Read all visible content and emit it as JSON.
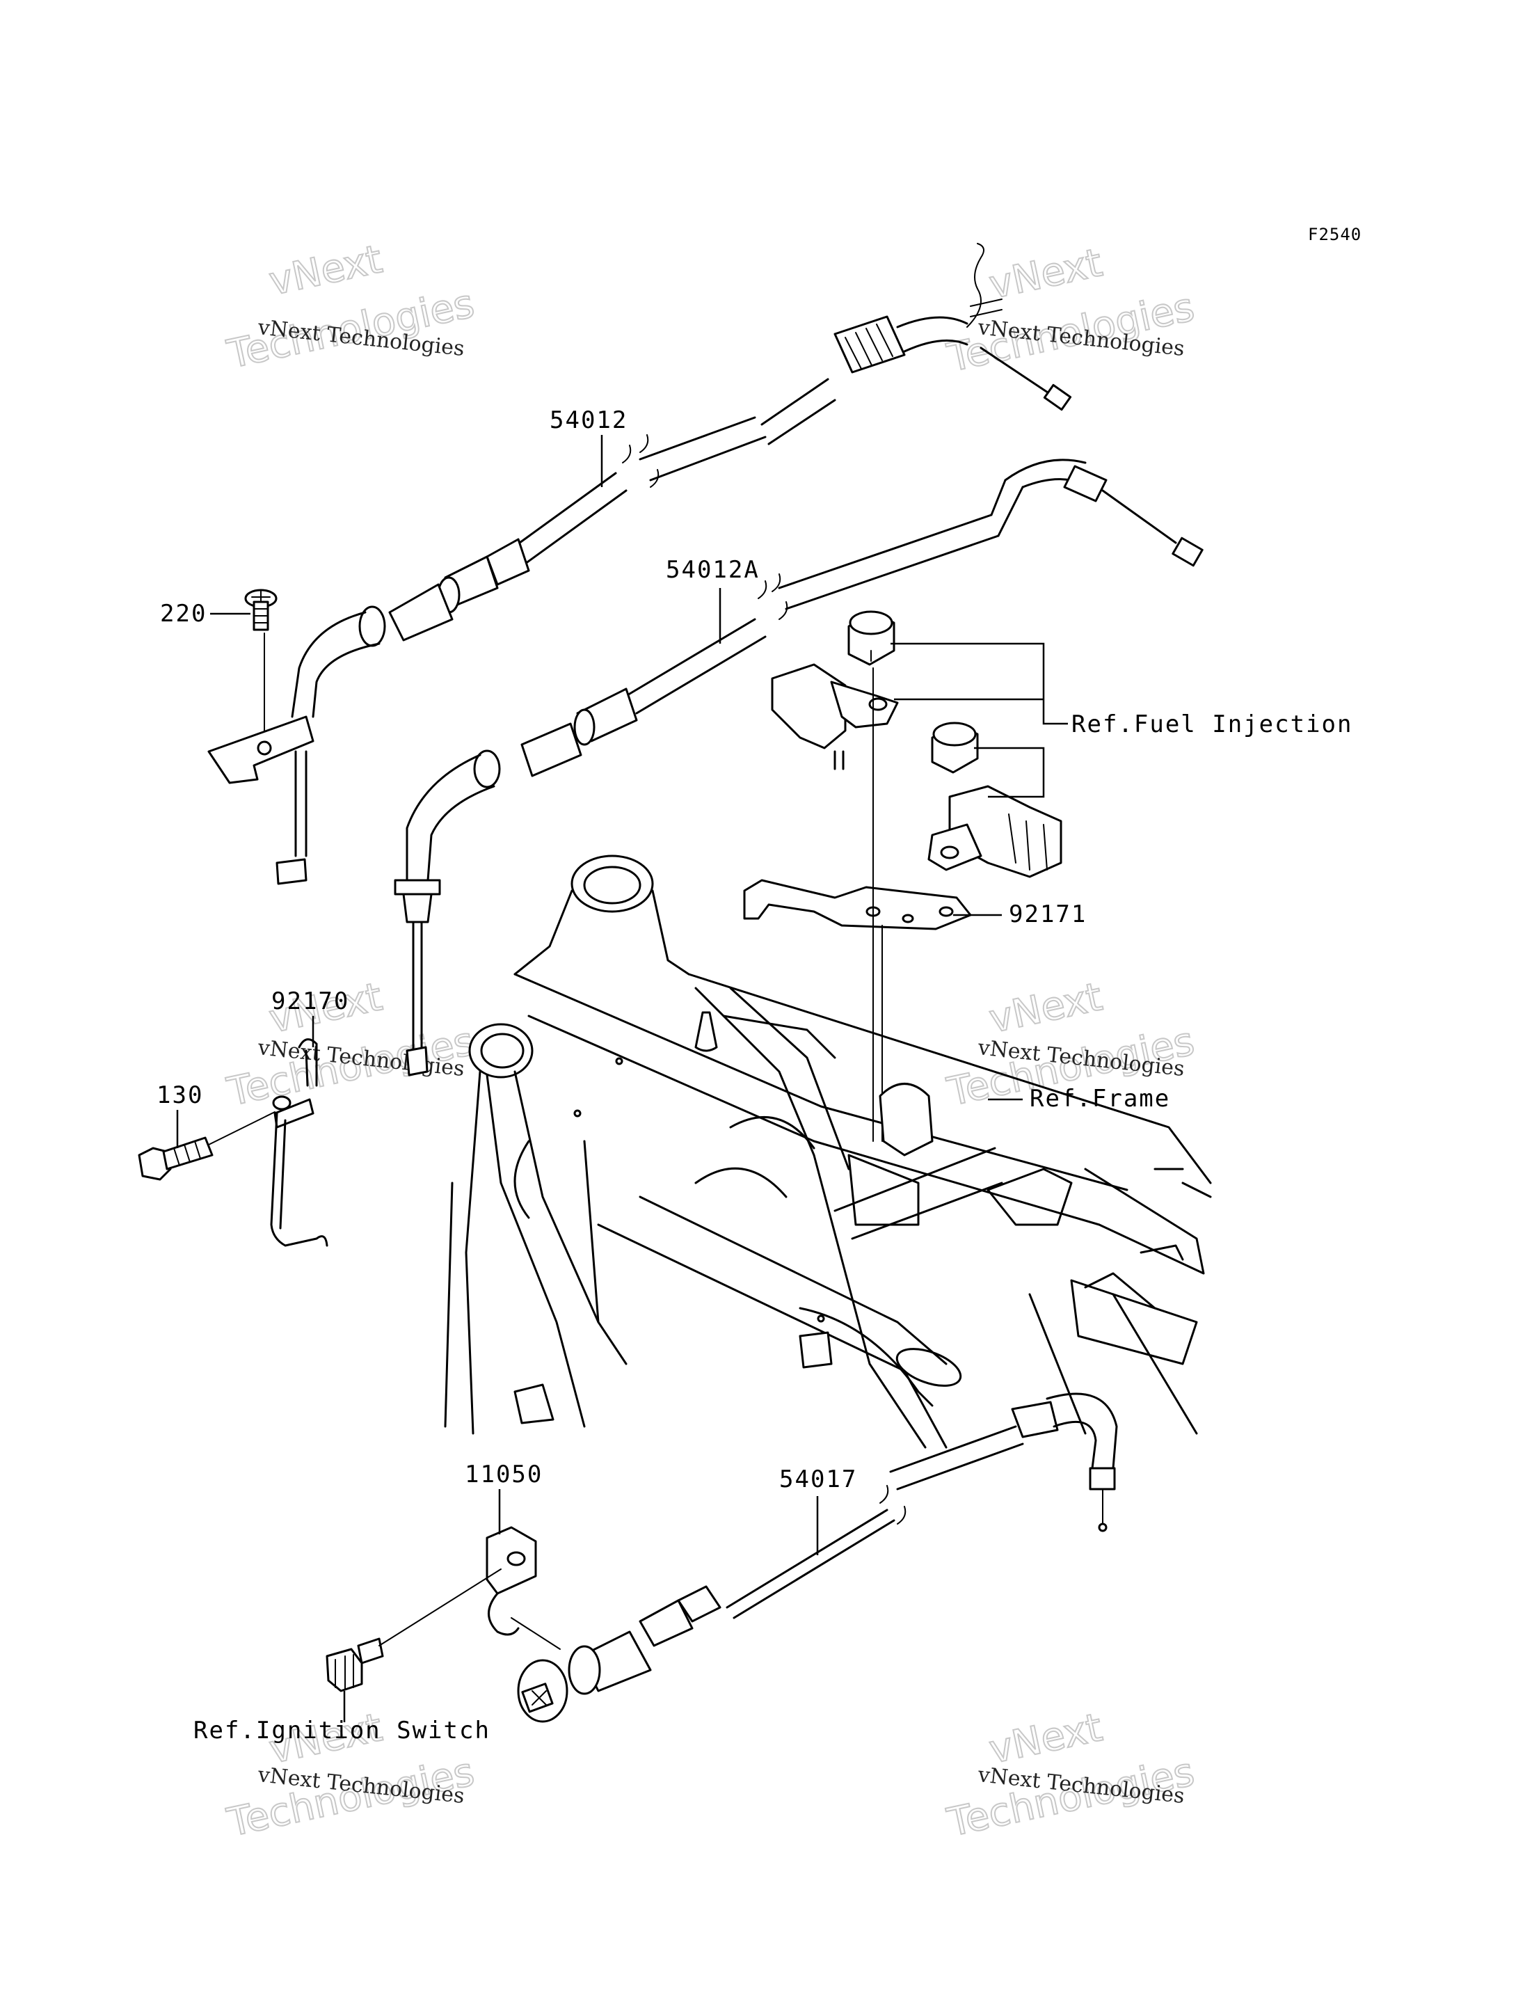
{
  "figure_code": "F2540",
  "callouts": {
    "cable_throttle_1": "54012",
    "cable_throttle_2": "54012A",
    "bolt_220": "220",
    "bracket_92170": "92170",
    "bolt_130": "130",
    "bracket_92171": "92171",
    "cable_choke": "54017",
    "bracket_11050": "11050",
    "ref_fuel_injection": "Ref.Fuel Injection",
    "ref_frame": "Ref.Frame",
    "ref_ignition_switch": "Ref.Ignition Switch"
  },
  "watermarks": [
    {
      "company": "vNext",
      "full": "vNext Technologies",
      "word": "Technologies"
    },
    {
      "company": "vNext",
      "full": "vNext Technologies",
      "word": "Technologies"
    },
    {
      "company": "vNext",
      "full": "vNext Technologies",
      "word": "Technologies"
    },
    {
      "company": "vNext",
      "full": "vNext Technologies",
      "word": "Technologies"
    },
    {
      "company": "vNext",
      "full": "vNext Technologies",
      "word": "Technologies"
    },
    {
      "company": "vNext",
      "full": "vNext Technologies",
      "word": "Technologies"
    }
  ]
}
